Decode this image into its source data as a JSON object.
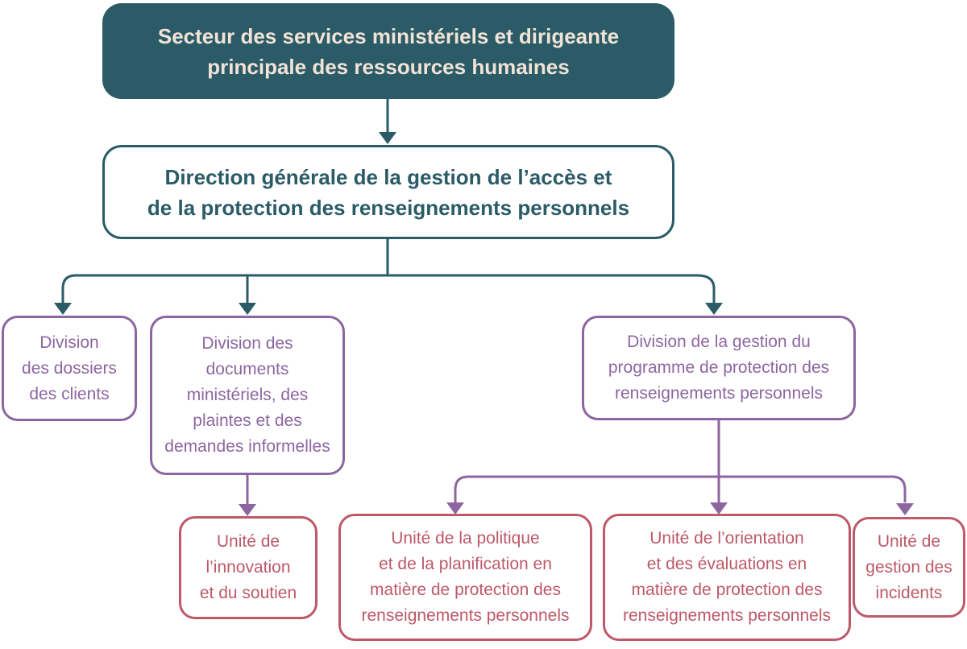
{
  "title": "Organigramme",
  "colors": {
    "teal": "#2A5B67",
    "cream_text": "#F2E3D7",
    "purple": "#8D66A1",
    "rose": "#BD5968",
    "background": "#FFFFFF"
  },
  "chart_data": {
    "type": "org-chart",
    "nodes": {
      "sector": {
        "level": 1,
        "label": "Secteur des services ministériels et dirigeante\nprincipale des ressources humaines"
      },
      "direction": {
        "level": 2,
        "label": "Direction générale de la gestion de l’accès et\nde la protection des renseignements personnels"
      },
      "div_clients": {
        "level": 3,
        "label": "Division\ndes dossiers\ndes clients"
      },
      "div_documents": {
        "level": 3,
        "label": "Division des\ndocuments\nministériels, des\nplaintes et des\ndemandes informelles"
      },
      "div_programme": {
        "level": 3,
        "label": "Division de la gestion du\nprogramme de protection des\nrenseignements personnels"
      },
      "unit_innovation": {
        "level": 4,
        "label": "Unité de\nl’innovation\net du soutien"
      },
      "unit_politique": {
        "level": 4,
        "label": "Unité de la politique\net de la planification en\nmatière de protection des\nrenseignements personnels"
      },
      "unit_orientation": {
        "level": 4,
        "label": "Unité de l’orientation\net des évaluations en\nmatière de protection des\nrenseignements personnels"
      },
      "unit_incidents": {
        "level": 4,
        "label": "Unité de\ngestion des\nincidents"
      }
    },
    "edges": [
      {
        "from": "sector",
        "to": "direction"
      },
      {
        "from": "direction",
        "to": "div_clients"
      },
      {
        "from": "direction",
        "to": "div_documents"
      },
      {
        "from": "direction",
        "to": "div_programme"
      },
      {
        "from": "div_documents",
        "to": "unit_innovation"
      },
      {
        "from": "div_programme",
        "to": "unit_politique"
      },
      {
        "from": "div_programme",
        "to": "unit_orientation"
      },
      {
        "from": "div_programme",
        "to": "unit_incidents"
      }
    ]
  }
}
